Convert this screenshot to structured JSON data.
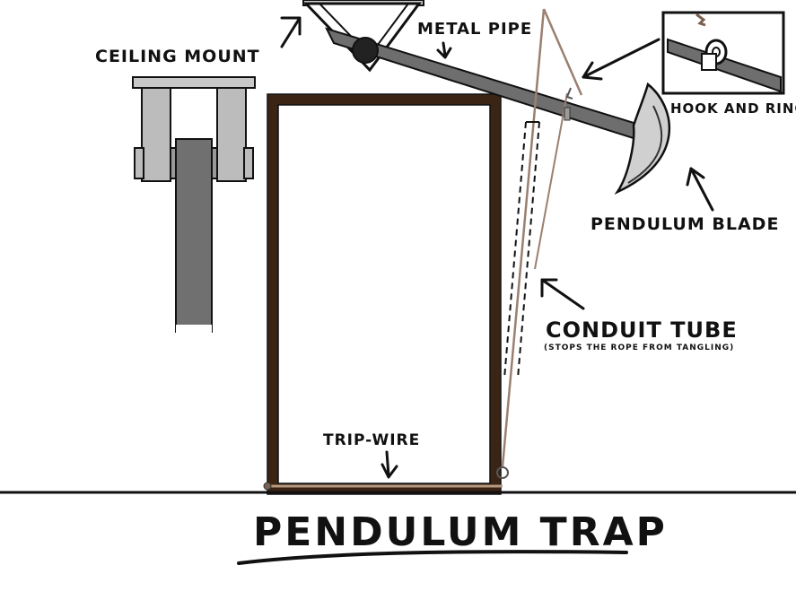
{
  "labels": {
    "ceiling_mount": "CEILING MOUNT",
    "metal_pipe": "METAL PIPE",
    "hook_and_ring": "HOOK AND RING",
    "pendulum_blade": "PENDULUM BLADE",
    "conduit_tube": "CONDUIT TUBE",
    "conduit_note": "(STOPS THE ROPE FROM TANGLING)",
    "trip_wire": "TRIP-WIRE"
  },
  "title": "PENDULUM TRAP",
  "colors": {
    "ink": "#111111",
    "door_frame": "#3b2414",
    "pipe": "#6e6e6e",
    "mount_grey": "#bcbcbc",
    "strap": "#707070",
    "blade": "#d0d0d0",
    "wire": "#b59a80"
  }
}
